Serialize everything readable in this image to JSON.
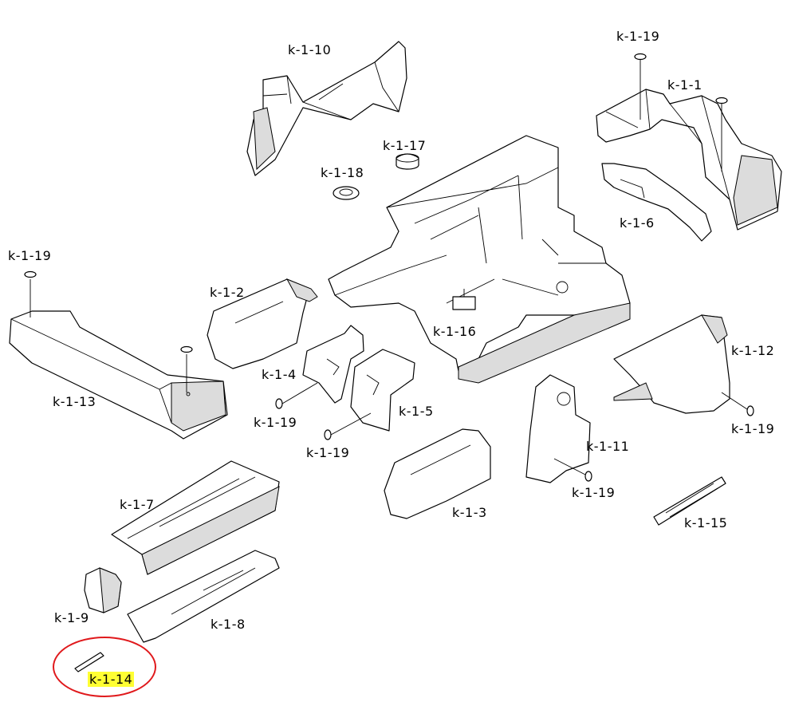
{
  "labels": {
    "k_1_10": "k-1-10",
    "k_1_19_top": "k-1-19",
    "k_1_1": "k-1-1",
    "k_1_17": "k-1-17",
    "k_1_18": "k-1-18",
    "k_1_6": "k-1-6",
    "k_1_19_left": "k-1-19",
    "k_1_2": "k-1-2",
    "k_1_16": "k-1-16",
    "k_1_12": "k-1-12",
    "k_1_4": "k-1-4",
    "k_1_13": "k-1-13",
    "k_1_19_a": "k-1-19",
    "k_1_5": "k-1-5",
    "k_1_19_b": "k-1-19",
    "k_1_19_right": "k-1-19",
    "k_1_11": "k-1-11",
    "k_1_19_c": "k-1-19",
    "k_1_7": "k-1-7",
    "k_1_3": "k-1-3",
    "k_1_15": "k-1-15",
    "k_1_9": "k-1-9",
    "k_1_8": "k-1-8",
    "k_1_14": "k-1-14"
  },
  "highlight": {
    "label_bg": "#ffff33",
    "circle_color": "#e0191c"
  }
}
